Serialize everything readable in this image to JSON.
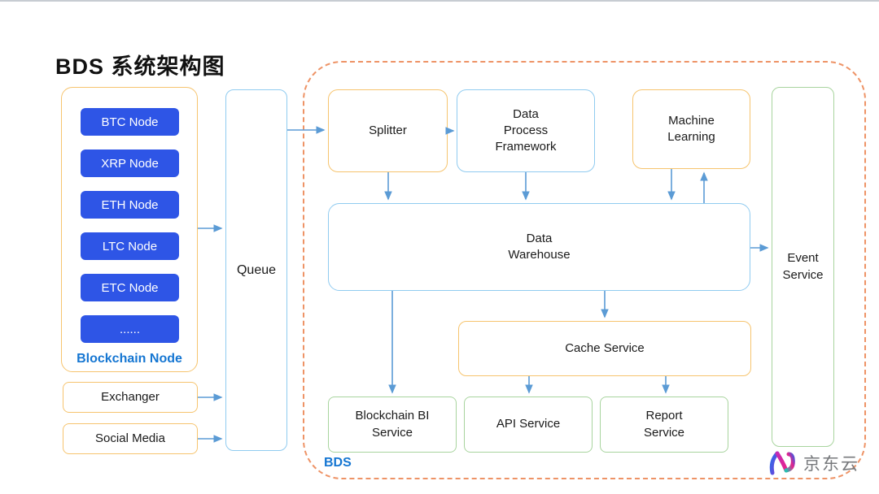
{
  "title": "BDS 系统架构图",
  "left_panel": {
    "label": "Blockchain Node",
    "nodes": [
      "BTC Node",
      "XRP Node",
      "ETH Node",
      "LTC Node",
      "ETC Node",
      "......"
    ]
  },
  "sources": {
    "exchanger": "Exchanger",
    "social_media": "Social Media"
  },
  "queue": {
    "label": "Queue"
  },
  "bds": {
    "label": "BDS",
    "splitter": "Splitter",
    "data_process_framework": "Data\nProcess\nFramework",
    "machine_learning": "Machine\nLearning",
    "data_warehouse": "Data\nWarehouse",
    "cache_service": "Cache Service",
    "blockchain_bi_service": "Blockchain BI\nService",
    "api_service": "API Service",
    "report_service": "Report\nService"
  },
  "event_service": {
    "label": "Event\nService"
  },
  "branding": {
    "logo_text": "京东云"
  },
  "colors": {
    "node_button_blue": "#2E55E6",
    "orange_border": "#F6C46E",
    "blue_border": "#90CBF0",
    "green_border": "#A8D49E",
    "dashed_group_border": "#EE9366",
    "arrow_blue": "#5B9BD5",
    "label_blue": "#1576D2"
  }
}
